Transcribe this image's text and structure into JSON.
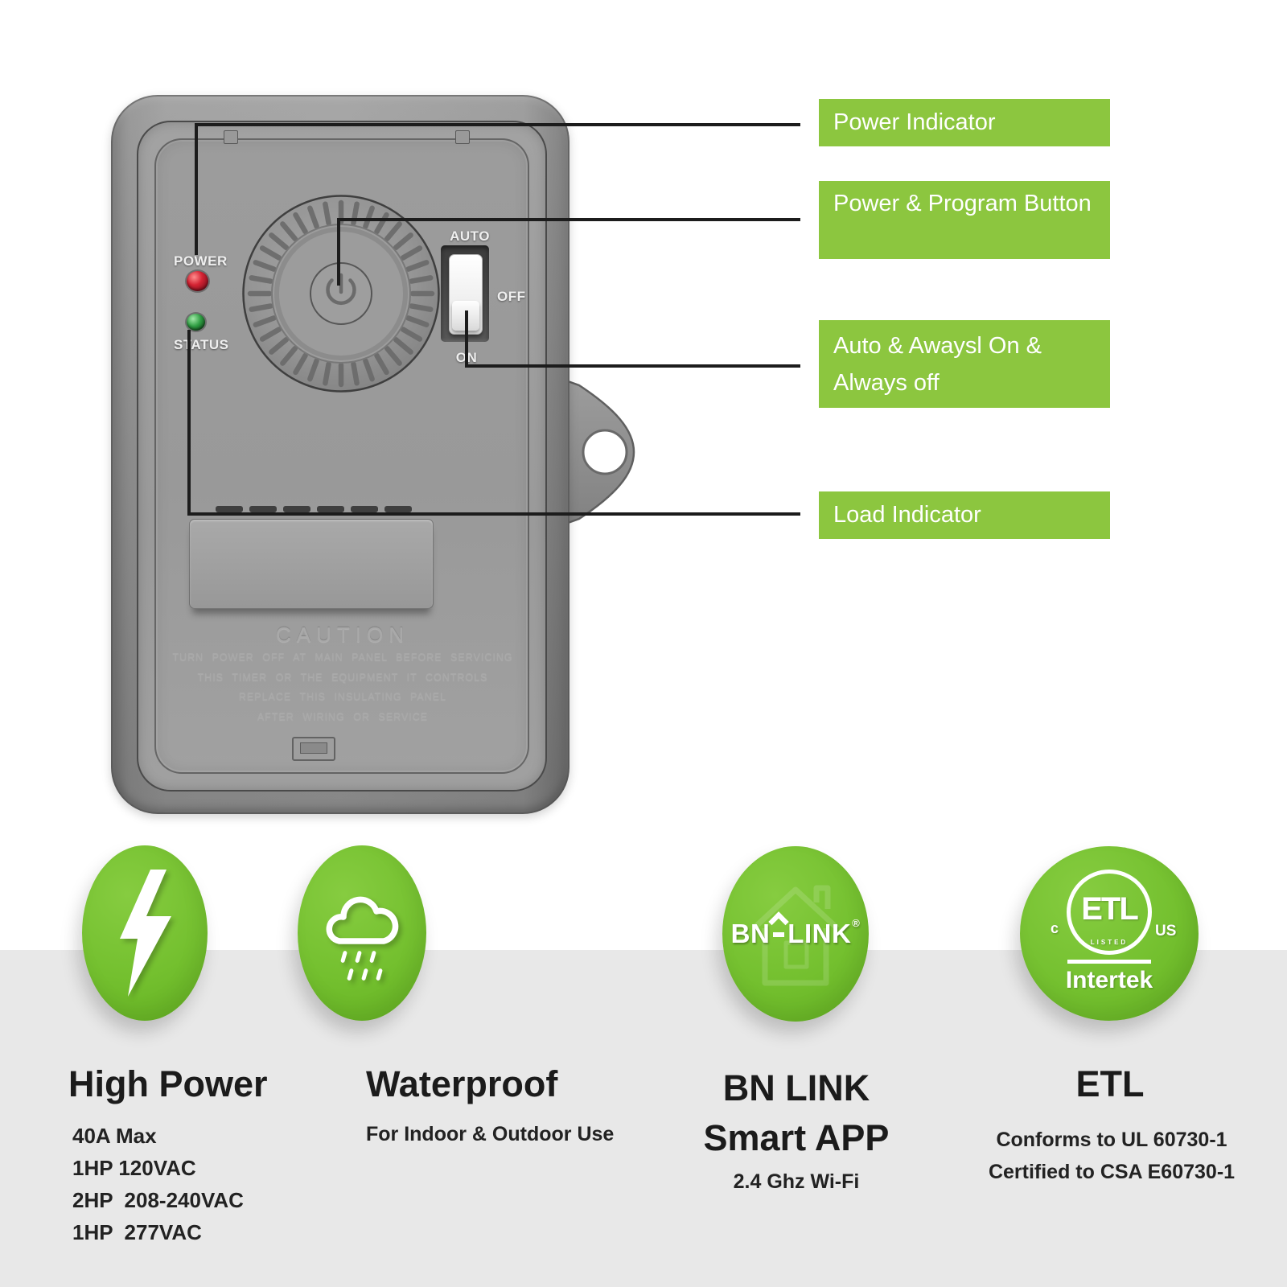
{
  "callouts": {
    "items": [
      {
        "label": "Power Indicator"
      },
      {
        "label": "Power & Program Button"
      },
      {
        "label": "Auto & Awaysl On & Always off"
      },
      {
        "label": "Load Indicator"
      }
    ]
  },
  "device": {
    "power_label": "POWER",
    "status_label": "STATUS",
    "auto_label": "AUTO",
    "off_label": "OFF",
    "on_label": "ON",
    "caution": {
      "title": "CAUTION",
      "lines": [
        "TURN POWER OFF AT MAIN PANEL BEFORE SERVICING",
        "THIS TIMER OR THE EQUIPMENT IT CONTROLS",
        "REPLACE THIS INSULATING PANEL",
        "AFTER WIRING OR SERVICE"
      ]
    }
  },
  "features": {
    "high_power": {
      "title": "High Power",
      "specs": [
        "40A Max",
        "1HP 120VAC",
        "2HP  208-240VAC",
        "1HP  277VAC"
      ]
    },
    "waterproof": {
      "title": "Waterproof",
      "subtitle": "For Indoor & Outdoor Use"
    },
    "smart_app": {
      "title_line1": "BN LINK",
      "title_line2": "Smart APP",
      "subtitle": "2.4 Ghz Wi-Fi"
    },
    "etl": {
      "title": "ETL",
      "lines": [
        "Conforms to UL 60730-1",
        "Certified to CSA E60730-1"
      ]
    }
  },
  "logos": {
    "bn_link": {
      "part1": "BN",
      "part2": "LINK",
      "registered": "®"
    },
    "etl": {
      "mark": "ETL",
      "c": "c",
      "us": "US",
      "listed": "LISTED",
      "brand": "Intertek"
    }
  },
  "colors": {
    "callout_green": "#8cc63f",
    "circle_green": "#74c02f",
    "band_gray": "#e8e8e8",
    "line_black": "#1c1c1c"
  }
}
